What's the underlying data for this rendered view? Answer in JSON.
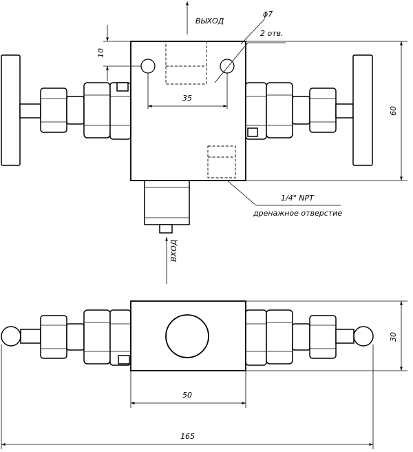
{
  "labels": {
    "outlet": "ВЫХОД",
    "inlet": "ВХОД",
    "hole_diameter": "ϕ7",
    "hole_count": "2 отв.",
    "thread": "1/4\" NPT",
    "drain": "дренажное отверстие"
  },
  "dimensions": {
    "d10": "10",
    "d35": "35",
    "d60": "60",
    "d30": "30",
    "d50": "50",
    "d165": "165"
  }
}
